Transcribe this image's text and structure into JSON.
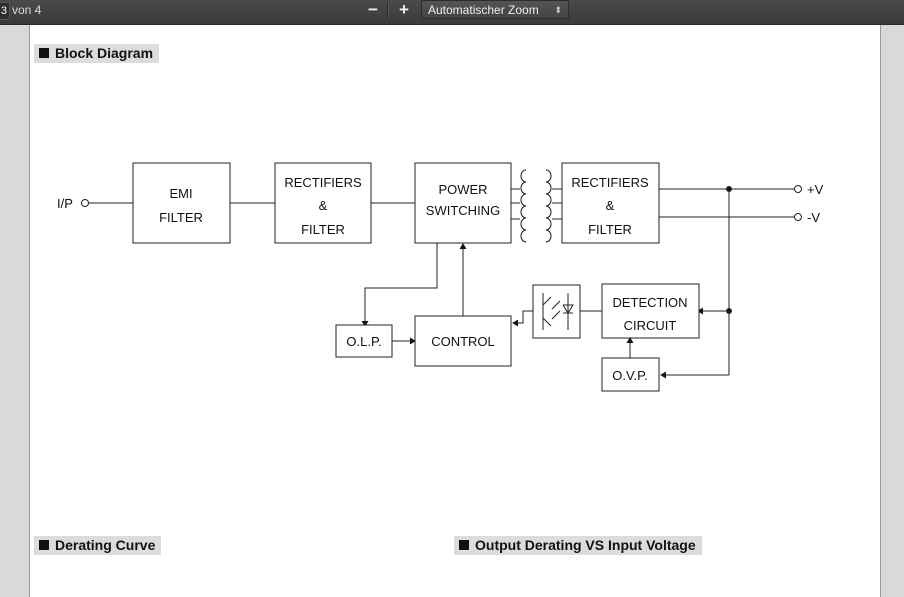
{
  "toolbar": {
    "page_current": "3",
    "page_of_label": "von 4",
    "zoom_out_label": "−",
    "zoom_in_label": "+",
    "zoom_select_value": "Automatischer Zoom",
    "zoom_select_caret": "⬍"
  },
  "sections": {
    "block_diagram": "Block Diagram",
    "derating_curve": "Derating Curve",
    "output_derating": "Output Derating VS Input Voltage"
  },
  "diagram": {
    "input_label": "I/P",
    "emi_line1": "EMI",
    "emi_line2": "FILTER",
    "rect1_line1": "RECTIFIERS",
    "rect1_line2": "&",
    "rect1_line3": "FILTER",
    "power_line1": "POWER",
    "power_line2": "SWITCHING",
    "rect2_line1": "RECTIFIERS",
    "rect2_line2": "&",
    "rect2_line3": "FILTER",
    "out_pos": "+V",
    "out_neg": "-V",
    "detection_line1": "DETECTION",
    "detection_line2": "CIRCUIT",
    "olp": "O.L.P.",
    "control": "CONTROL",
    "ovp": "O.V.P."
  }
}
